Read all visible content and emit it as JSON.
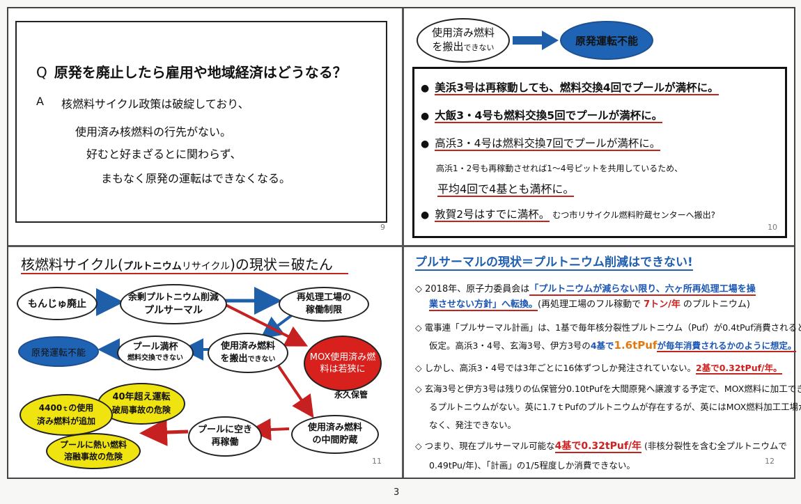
{
  "page_number": "3",
  "slide9": {
    "q_mark": "Q",
    "question": "原発を廃止したら雇用や地域経済はどうなる？",
    "a_mark": "A",
    "answer_lines": [
      "核燃料サイクル政策は破綻しており、",
      "使用済み核燃料の行先がない。",
      "好むと好まざるとに関わらず、",
      "まもなく原発の運転はできなくなる。"
    ],
    "num": "9"
  },
  "slide10": {
    "oval_left_1": "使用済み燃料",
    "oval_left_2": "を搬出",
    "oval_left_small": "できない",
    "oval_right": "原発運転不能",
    "b1": "美浜3号は再稼動しても、燃料交換4回でプールが満杯に。",
    "b2": "大飯3・4号も燃料交換5回でプールが満杯に。",
    "b3": "高浜3・4号は燃料交換7回でプールが満杯に。",
    "b3_sub": "高浜1・2号も再稼動させれば1〜4号ピットを共用しているため、",
    "b3_sub2": "平均4回で4基とも満杯に。",
    "b4": "敦賀2号はすでに満杯。",
    "b4_small": "むつ市リサイクル燃料貯蔵センターへ搬出?",
    "num": "10"
  },
  "slide11": {
    "title_a": "核燃料サイクル(",
    "title_b": "プルトニウム",
    "title_c": "リサイクル",
    "title_d": ")の現状＝破たん",
    "n_monju": "もんじゅ廃止",
    "n_pluthermal_1": "余剰プルトニウム削減",
    "n_pluthermal_2": "プルサーマル",
    "n_reproc_1": "再処理工場の",
    "n_reproc_2": "稼働制限",
    "n_stop": "原発運転不能",
    "n_pool_1": "プール満杯",
    "n_pool_2": "燃料交換できない",
    "n_spent_1": "使用済み燃料",
    "n_spent_2": "を搬出",
    "n_spent_small": "できない",
    "n_mox": "MOX使用済み燃料は若狭に",
    "n_mox_2": "永久保管",
    "n_40_1": "40年超え運転",
    "n_40_2": "破局事故の危険",
    "n_4400_1": "4400",
    "n_4400_unit": "ｔ",
    "n_4400_2": "の使用",
    "n_4400_3": "済み燃料が追加",
    "n_hot_1": "プールに熱い燃料",
    "n_hot_2": "溶融事故の危険",
    "n_restart_1": "プールに空き",
    "n_restart_2": "再稼働",
    "n_interim_1": "使用済み燃料",
    "n_interim_2": "の中間貯蔵",
    "num": "11"
  },
  "slide12": {
    "title": "プルサーマルの現状＝プルトニウム削減はできない!",
    "l1a": "2018年、原子力委員会は",
    "l1b": "「プルトニウムが減らない限り、六ヶ所再処理工場を操",
    "l2a": "業させない方針」へ転換。",
    "l2b": "(再処理工場のフル稼動で",
    "l2c": "7トン/年",
    "l2d": "のプルトニウム)",
    "l3": "電事連「プルサーマル計画」は、1基で毎年核分裂性プルトニウム（Puf）が0.4tPuf消費されると",
    "l4a": "仮定。高浜3・4号、玄海3号、伊方3号の",
    "l4b": "4基で",
    "l4c": "1.6tPuf",
    "l4d": "が毎年消費されるかのように想定。",
    "l5a": "しかし、高浜3・4号では3年ごとに16体ずつしか発注されていない。",
    "l5b": "2基で0.32tPuf/年。",
    "l6": "玄海3号と伊方3号は残りの仏保管分0.10tPufを大間原発へ譲渡する予定で、MOX燃料に加工でき",
    "l7": "るプルトニウムがない。英に1.7ｔPufのプルトニウムが存在するが、英にはMOX燃料加工工場が",
    "l8": "なく、発注できない。",
    "l9a": "つまり、現在プルサーマル可能な",
    "l9b": "4基で0.32tPuf/年",
    "l9c": "(非核分裂性を含む全プルトニウムで",
    "l10": "0.49tPu/年)、「計画」の1/5程度しか消費できない。",
    "diamond": "◇",
    "num": "12"
  }
}
